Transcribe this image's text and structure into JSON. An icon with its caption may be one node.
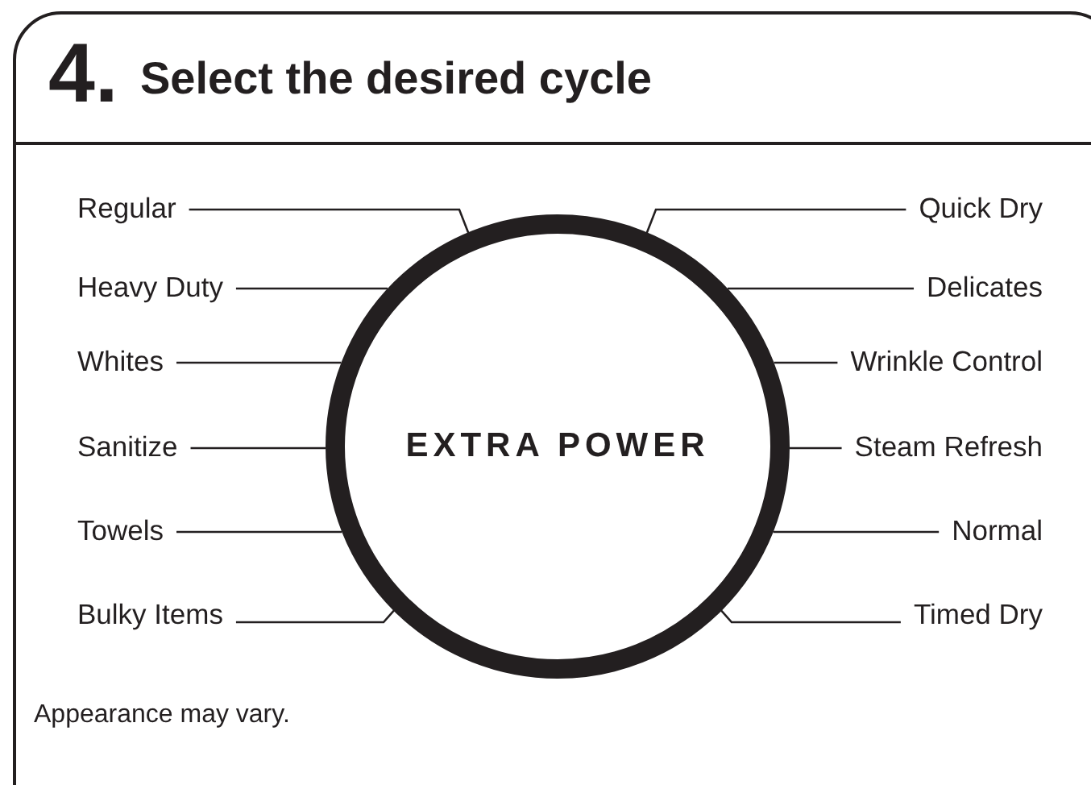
{
  "diagram": {
    "title": "Select the desired cycle",
    "nodes": [
      {
        "text": [
          "Regular"
        ]
      },
      {
        "text": [
          "Quick Dry"
        ]
      },
      {
        "text": [
          "Heavy Duty"
        ]
      },
      {
        "text": [
          "Delicates"
        ]
      },
      {
        "text": [
          "Whites"
        ]
      },
      {
        "text": [
          "Wrinkle Control"
        ]
      },
      {
        "text": [
          "Sanitize"
        ]
      },
      {
        "text": [
          "EXTRA POWER"
        ]
      },
      {
        "text": [
          "Steam Refresh"
        ]
      },
      {
        "text": [
          "Towels"
        ]
      },
      {
        "text": [
          "Normal"
        ]
      },
      {
        "text": [
          "Bulky Items"
        ]
      },
      {
        "text": [
          "Timed Dry"
        ]
      }
    ],
    "edges": [
      {
        "from": 0,
        "to": 7,
        "arrow": "none"
      },
      {
        "from": 1,
        "to": 7,
        "arrow": "none"
      },
      {
        "from": 2,
        "to": 7,
        "arrow": "none"
      },
      {
        "from": 3,
        "to": 7,
        "arrow": "none"
      },
      {
        "from": 4,
        "to": 7,
        "arrow": "none"
      },
      {
        "from": 5,
        "to": 7,
        "arrow": "none"
      },
      {
        "from": 6,
        "to": 7,
        "arrow": "none"
      },
      {
        "from": 8,
        "to": 7,
        "arrow": "none"
      },
      {
        "from": 9,
        "to": 7,
        "arrow": "none"
      },
      {
        "from": 10,
        "to": 7,
        "arrow": "none"
      },
      {
        "from": 11,
        "to": 7,
        "arrow": "none"
      },
      {
        "from": 12,
        "to": 7,
        "arrow": "none"
      }
    ],
    "labels": [
      "4.",
      "Appearance may vary."
    ]
  }
}
